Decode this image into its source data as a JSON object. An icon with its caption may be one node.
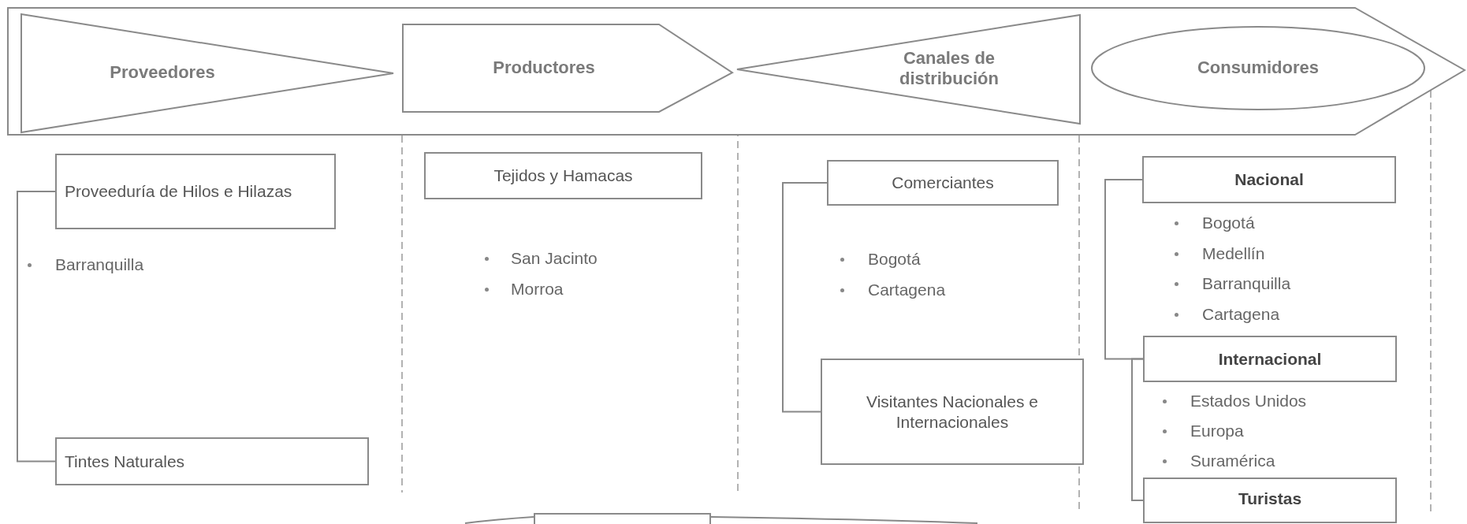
{
  "diagram": {
    "nodes": [
      {
        "text": [],
        "shape": "arrow"
      },
      {
        "text": [
          "Proveedores"
        ],
        "in": 0
      },
      {
        "text": [
          "Productores"
        ],
        "in": 0
      },
      {
        "text": [
          "Canales de distribución"
        ],
        "in": 0
      },
      {
        "text": [
          "Consumidores"
        ],
        "in": 0
      },
      {
        "text": [
          "Proveeduría de Hilos e Hilazas"
        ]
      },
      {
        "text": [
          "Tintes Naturales"
        ]
      },
      {
        "text": [
          "Tejidos y Hamacas"
        ]
      },
      {
        "text": [
          "Comerciantes"
        ]
      },
      {
        "text": [
          "Visitantes Nacionales e Internacionales"
        ]
      },
      {
        "text": [
          "Nacional"
        ]
      },
      {
        "text": [
          "Internacional"
        ]
      },
      {
        "text": [
          "Turistas"
        ]
      },
      {
        "text": [],
        "shape": "box"
      }
    ],
    "edges": [
      {
        "from": 5,
        "to": 6,
        "arrow": "none"
      },
      {
        "from": 8,
        "to": 9,
        "arrow": "none"
      },
      {
        "from": 10,
        "to": 11,
        "arrow": "none"
      },
      {
        "from": 11,
        "to": 12,
        "arrow": "none"
      }
    ],
    "labels": [
      "Barranquilla",
      "San Jacinto",
      "Morroa",
      "Bogotá",
      "Cartagena",
      "Bogotá",
      "Medellín",
      "Barranquilla",
      "Cartagena",
      "Estados Unidos",
      "Europa",
      "Suramérica"
    ]
  }
}
